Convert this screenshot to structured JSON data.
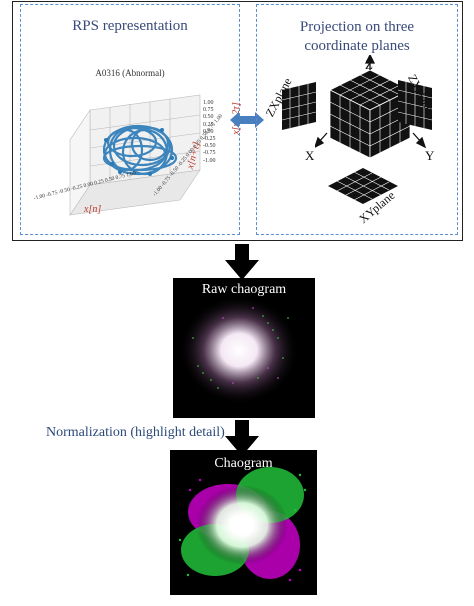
{
  "left_panel": {
    "title": "RPS representation",
    "plot_title": "A0316 (Abnormal)",
    "xlabel": "x[n]",
    "ylabel": "x[n+τ]",
    "zlabel": "x[n+2τ]",
    "ticks_z": [
      "1.00",
      "0.75",
      "0.50",
      "0.25",
      "0.00",
      "-0.25",
      "-0.50",
      "-0.75",
      "-1.00"
    ],
    "ticks_x": "-1.00 -0.75 -0.50 -0.25 0.00 0.25 0.50 0.75 1.00",
    "ticks_y": "-1.00 -0.75 -0.50 -0.25 0.00 0.25 0.50 0.75 1.00"
  },
  "right_panel": {
    "title_line1": "Projection on three",
    "title_line2": "coordinate planes",
    "plane_zx": "ZXplane",
    "plane_zy": "ZYplane",
    "plane_xy": "XYplane",
    "axis_z": "Z",
    "axis_x": "X",
    "axis_y": "Y"
  },
  "raw": {
    "label": "Raw chaogram"
  },
  "normalization": {
    "label": "Normalization (highlight detail)"
  },
  "chaogram": {
    "label": "Chaogram"
  },
  "colors": {
    "accent_blue": "#5b8fd1",
    "scatter_blue": "#2a7ab8",
    "magenta": "#d400d4",
    "green": "#2ecc40"
  }
}
